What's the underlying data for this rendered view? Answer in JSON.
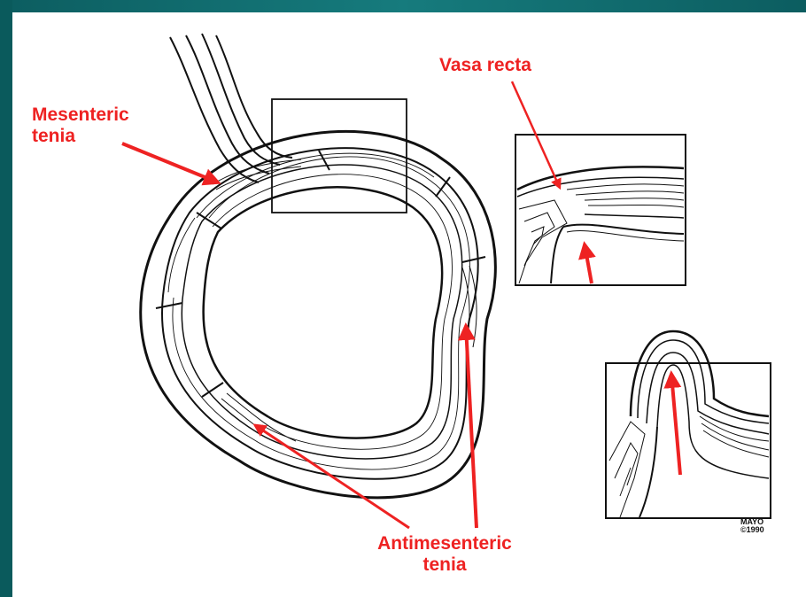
{
  "labels": {
    "mesenteric_line1": "Mesenteric",
    "mesenteric_line2": "tenia",
    "vasa_recta": "Vasa recta",
    "antimesenteric_line1": "Antimesenteric",
    "antimesenteric_line2": "tenia"
  },
  "watermark": {
    "line1": "MAYO",
    "line2": "©1990"
  },
  "colors": {
    "slide_background": "#0b6466",
    "label_red": "#ee2222",
    "ink": "#111111"
  }
}
